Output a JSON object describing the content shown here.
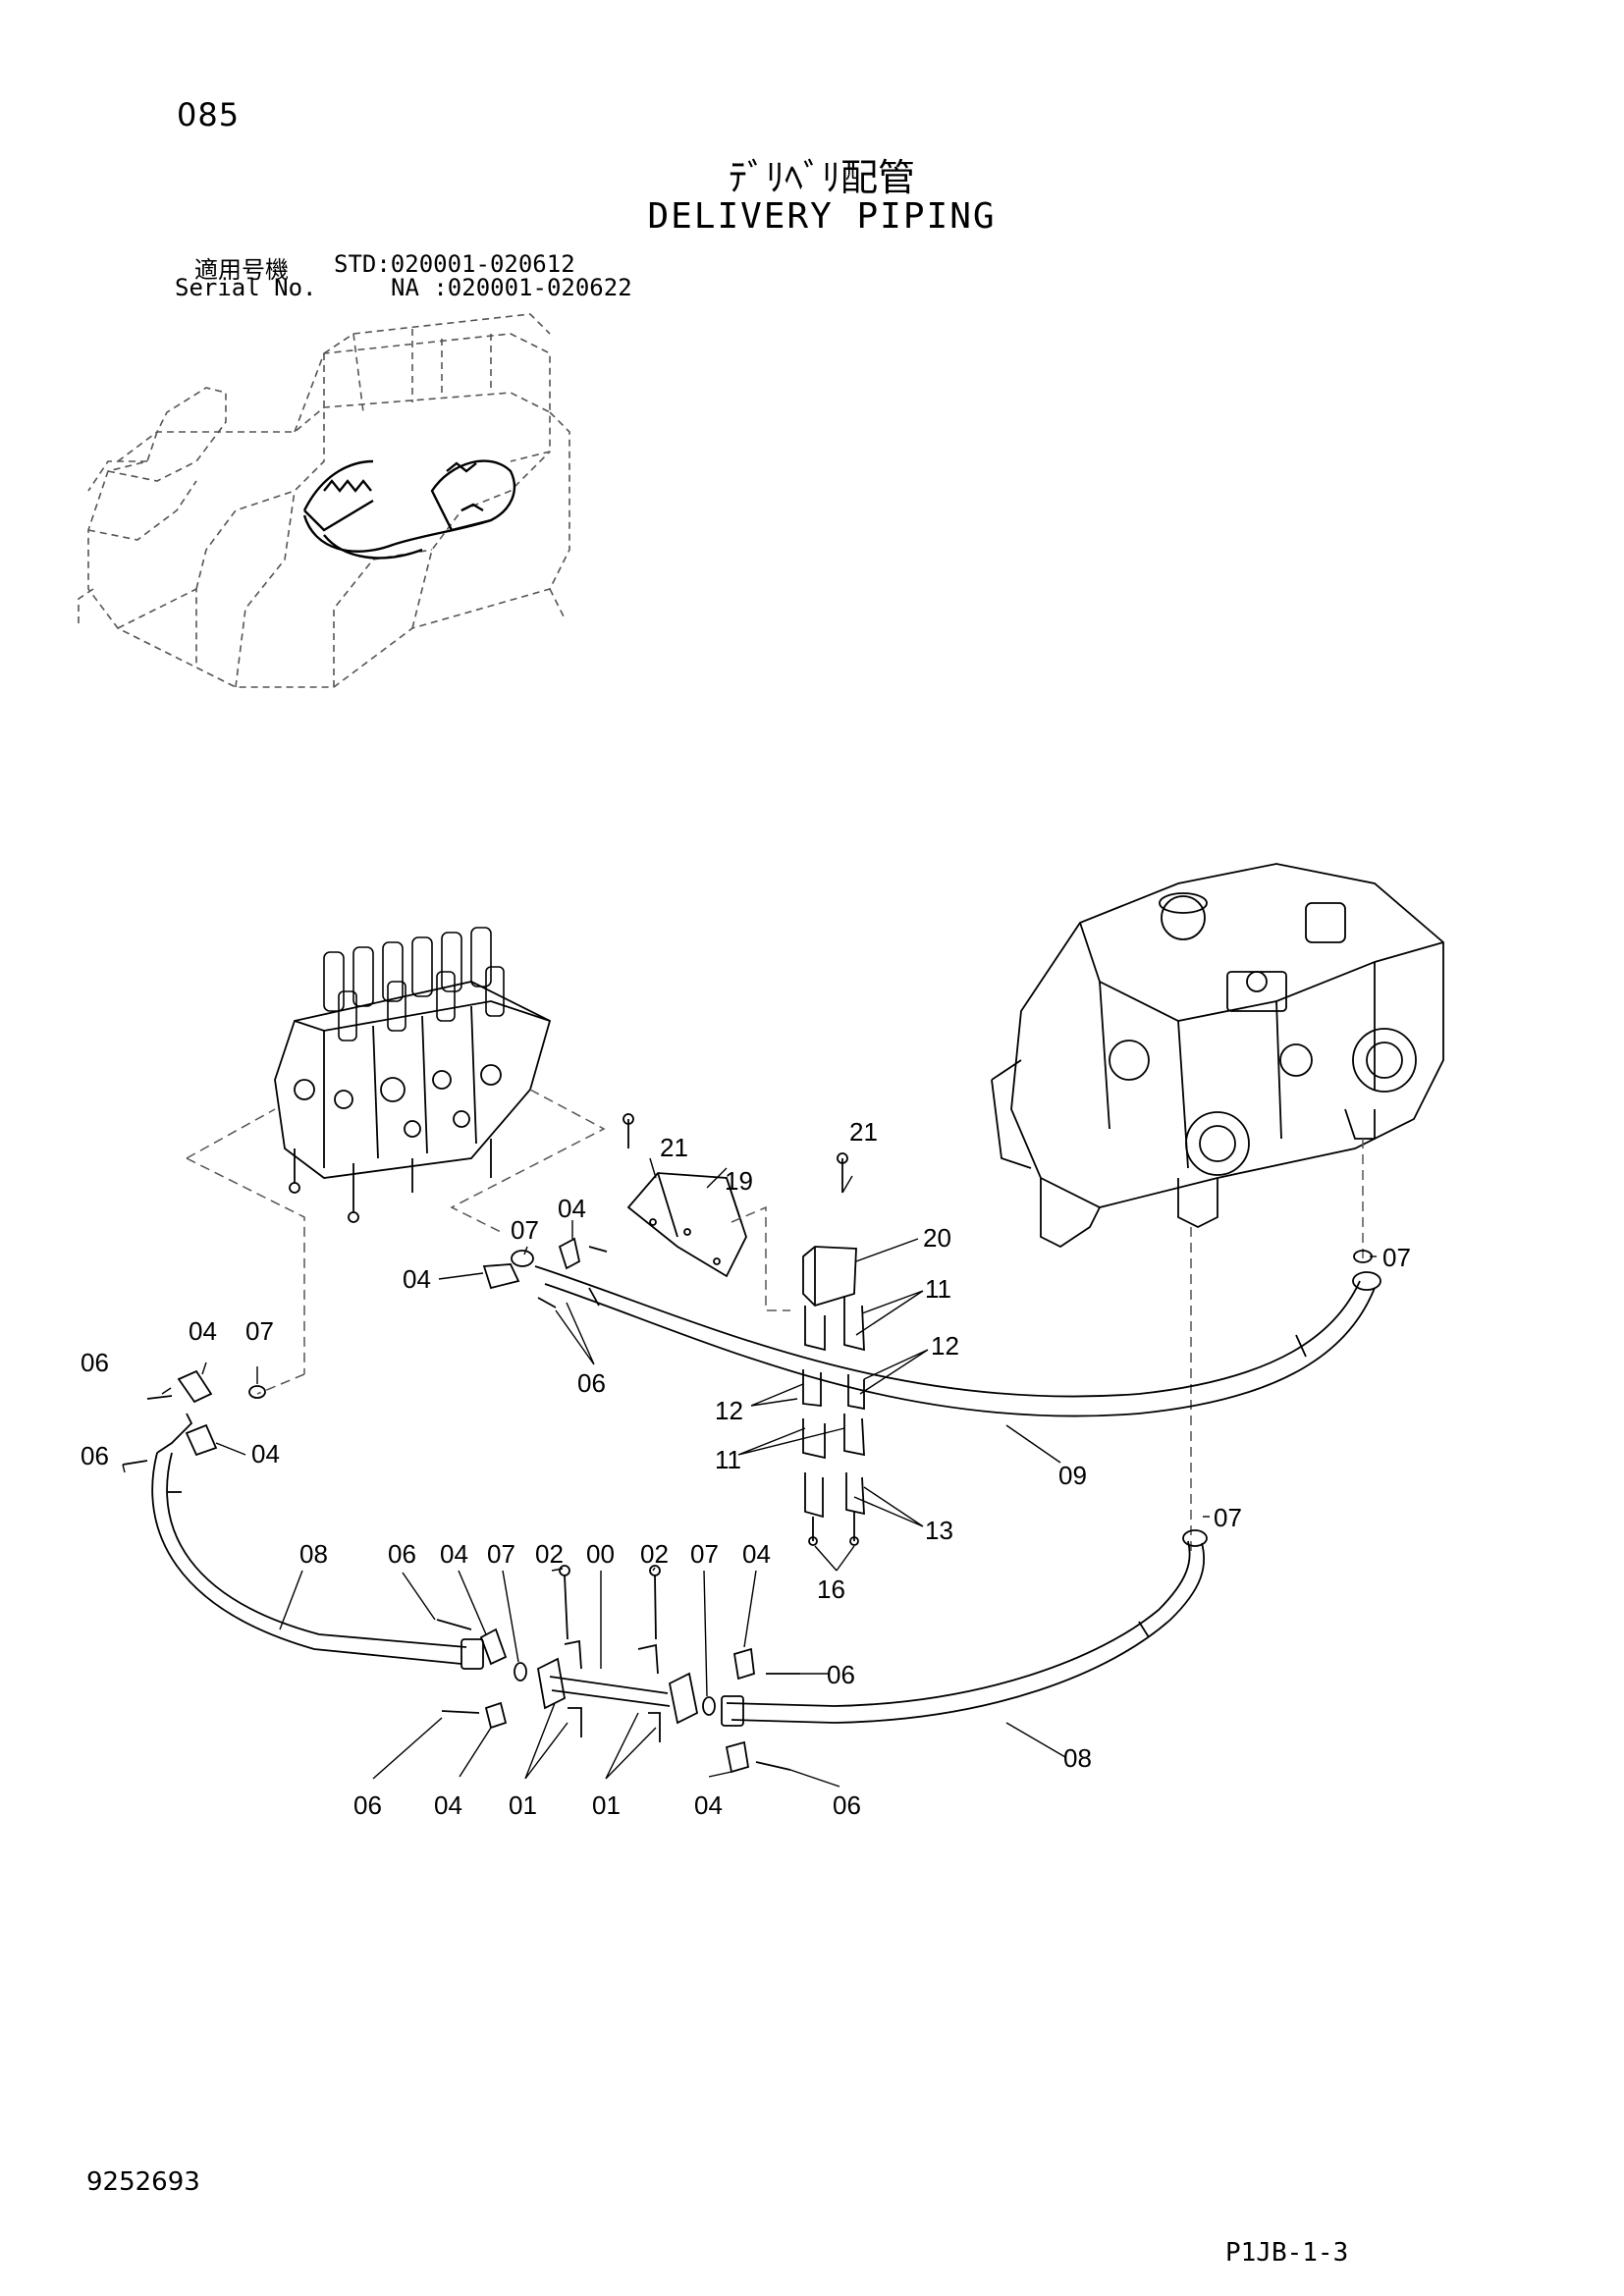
{
  "header": {
    "page_number": "085",
    "title_jp": "ﾃﾞﾘﾍﾞﾘ配管",
    "title_en": "DELIVERY PIPING",
    "serial_label_jp": "適用号機",
    "serial_std": "STD:020001-020612",
    "serial_label_en": "Serial No.",
    "serial_na": "NA :020001-020622"
  },
  "callouts": [
    {
      "label": "21"
    },
    {
      "label": "21"
    },
    {
      "label": "19"
    },
    {
      "label": "20"
    },
    {
      "label": "07"
    },
    {
      "label": "04"
    },
    {
      "label": "04"
    },
    {
      "label": "06"
    },
    {
      "label": "11"
    },
    {
      "label": "12"
    },
    {
      "label": "12"
    },
    {
      "label": "11"
    },
    {
      "label": "07"
    },
    {
      "label": "09"
    },
    {
      "label": "13"
    },
    {
      "label": "16"
    },
    {
      "label": "07"
    },
    {
      "label": "06"
    },
    {
      "label": "04"
    },
    {
      "label": "07"
    },
    {
      "label": "06"
    },
    {
      "label": "04"
    },
    {
      "label": "08"
    },
    {
      "label": "06"
    },
    {
      "label": "04"
    },
    {
      "label": "07"
    },
    {
      "label": "02"
    },
    {
      "label": "00"
    },
    {
      "label": "02"
    },
    {
      "label": "07"
    },
    {
      "label": "04"
    },
    {
      "label": "06"
    },
    {
      "label": "08"
    },
    {
      "label": "06"
    },
    {
      "label": "04"
    },
    {
      "label": "01"
    },
    {
      "label": "01"
    },
    {
      "label": "04"
    },
    {
      "label": "06"
    }
  ],
  "footer": {
    "document_number": "9252693",
    "reference_code": "P1JB-1-3"
  },
  "colors": {
    "line": "#000000",
    "background": "#ffffff",
    "dashed": "#555555"
  }
}
